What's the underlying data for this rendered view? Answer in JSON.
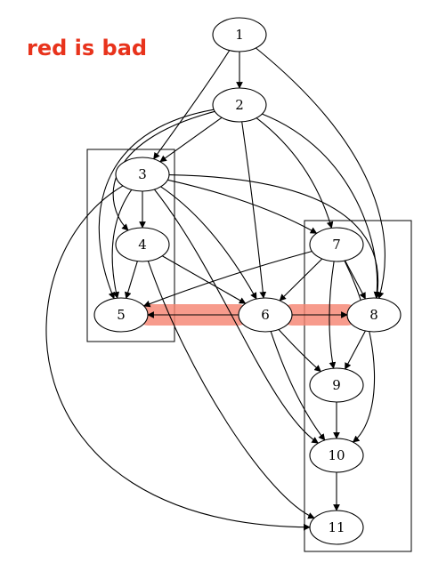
{
  "caption": "red is bad",
  "colors": {
    "caption": "#e8331c",
    "highlight": "#f5826f",
    "edge": "#000000",
    "node_fill": "#ffffff"
  },
  "diagram": {
    "nodes": [
      {
        "id": "1",
        "label": "1"
      },
      {
        "id": "2",
        "label": "2"
      },
      {
        "id": "3",
        "label": "3"
      },
      {
        "id": "4",
        "label": "4"
      },
      {
        "id": "5",
        "label": "5"
      },
      {
        "id": "6",
        "label": "6"
      },
      {
        "id": "7",
        "label": "7"
      },
      {
        "id": "8",
        "label": "8"
      },
      {
        "id": "9",
        "label": "9"
      },
      {
        "id": "10",
        "label": "10"
      },
      {
        "id": "11",
        "label": "11"
      }
    ],
    "clusters": [
      {
        "id": "cluster-a",
        "members": [
          "3",
          "4",
          "5"
        ]
      },
      {
        "id": "cluster-b",
        "members": [
          "7",
          "8",
          "9",
          "10",
          "11"
        ]
      }
    ],
    "edges": [
      {
        "from": "1",
        "to": "2"
      },
      {
        "from": "1",
        "to": "3"
      },
      {
        "from": "1",
        "to": "8"
      },
      {
        "from": "2",
        "to": "3"
      },
      {
        "from": "2",
        "to": "4"
      },
      {
        "from": "2",
        "to": "5"
      },
      {
        "from": "2",
        "to": "6"
      },
      {
        "from": "2",
        "to": "7"
      },
      {
        "from": "2",
        "to": "8"
      },
      {
        "from": "3",
        "to": "4"
      },
      {
        "from": "3",
        "to": "5"
      },
      {
        "from": "3",
        "to": "6"
      },
      {
        "from": "3",
        "to": "7"
      },
      {
        "from": "3",
        "to": "8"
      },
      {
        "from": "3",
        "to": "10"
      },
      {
        "from": "3",
        "to": "11"
      },
      {
        "from": "4",
        "to": "5"
      },
      {
        "from": "4",
        "to": "6"
      },
      {
        "from": "4",
        "to": "11"
      },
      {
        "from": "6",
        "to": "5",
        "highlight": true
      },
      {
        "from": "6",
        "to": "8",
        "highlight": true
      },
      {
        "from": "6",
        "to": "9"
      },
      {
        "from": "6",
        "to": "10"
      },
      {
        "from": "7",
        "to": "5"
      },
      {
        "from": "7",
        "to": "6"
      },
      {
        "from": "7",
        "to": "8"
      },
      {
        "from": "7",
        "to": "9"
      },
      {
        "from": "7",
        "to": "10"
      },
      {
        "from": "8",
        "to": "9"
      },
      {
        "from": "9",
        "to": "10"
      },
      {
        "from": "10",
        "to": "11"
      }
    ]
  }
}
